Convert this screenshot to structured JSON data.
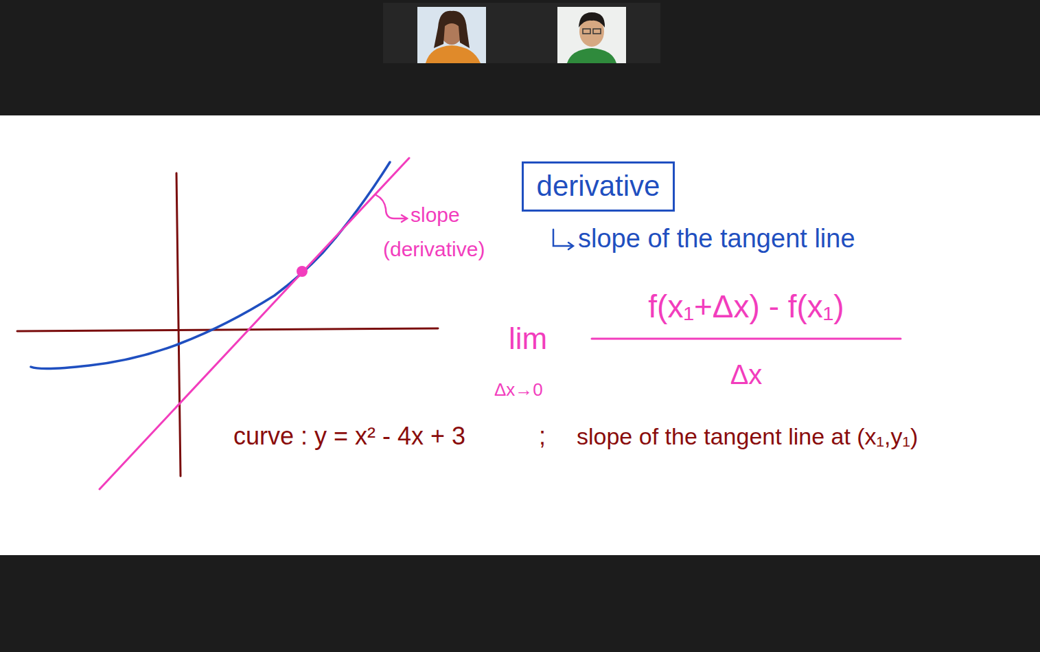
{
  "diagram": {
    "nodes": [
      {
        "text": [
          "derivative"
        ]
      }
    ],
    "labels": [
      "slope",
      "(derivative)",
      "slope of the tangent line",
      "lim",
      "Δx→0",
      "f(x₁+Δx) - f(x₁)",
      "Δx",
      "curve : y = x² - 4x + 3",
      ";",
      "slope of the tangent line at (x₁,y₁)"
    ]
  }
}
